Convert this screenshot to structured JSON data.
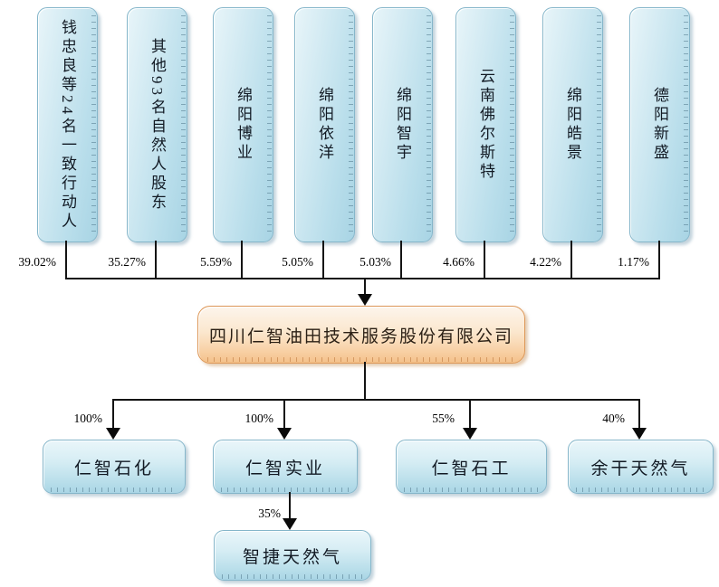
{
  "diagram_type": "equity-structure-chart",
  "parent_company": {
    "name": "四川仁智油田技术服务股份有限公司"
  },
  "shareholders": [
    {
      "name": "钱忠良等24名一致行动人",
      "pct": "39.02%"
    },
    {
      "name": "其他93名自然人股东",
      "pct": "35.27%"
    },
    {
      "name": "绵阳博业",
      "pct": "5.59%"
    },
    {
      "name": "绵阳依洋",
      "pct": "5.05%"
    },
    {
      "name": "绵阳智宇",
      "pct": "5.03%"
    },
    {
      "name": "云南佛尔斯特",
      "pct": "4.66%"
    },
    {
      "name": "绵阳皓景",
      "pct": "4.22%"
    },
    {
      "name": "德阳新盛",
      "pct": "1.17%"
    }
  ],
  "subsidiaries": [
    {
      "name": "仁智石化",
      "pct": "100%"
    },
    {
      "name": "仁智实业",
      "pct": "100%"
    },
    {
      "name": "仁智石工",
      "pct": "55%"
    },
    {
      "name": "余干天然气",
      "pct": "40%"
    }
  ],
  "second_tier": {
    "name": "智捷天然气",
    "pct": "35%",
    "parent": "仁智实业"
  },
  "colors": {
    "shareholder_box_fill": "#aed6e6",
    "shareholder_box_border": "#85b6ca",
    "parent_box_fill": "#f7c99a",
    "parent_box_border": "#dd9757",
    "connector": "#141414"
  }
}
